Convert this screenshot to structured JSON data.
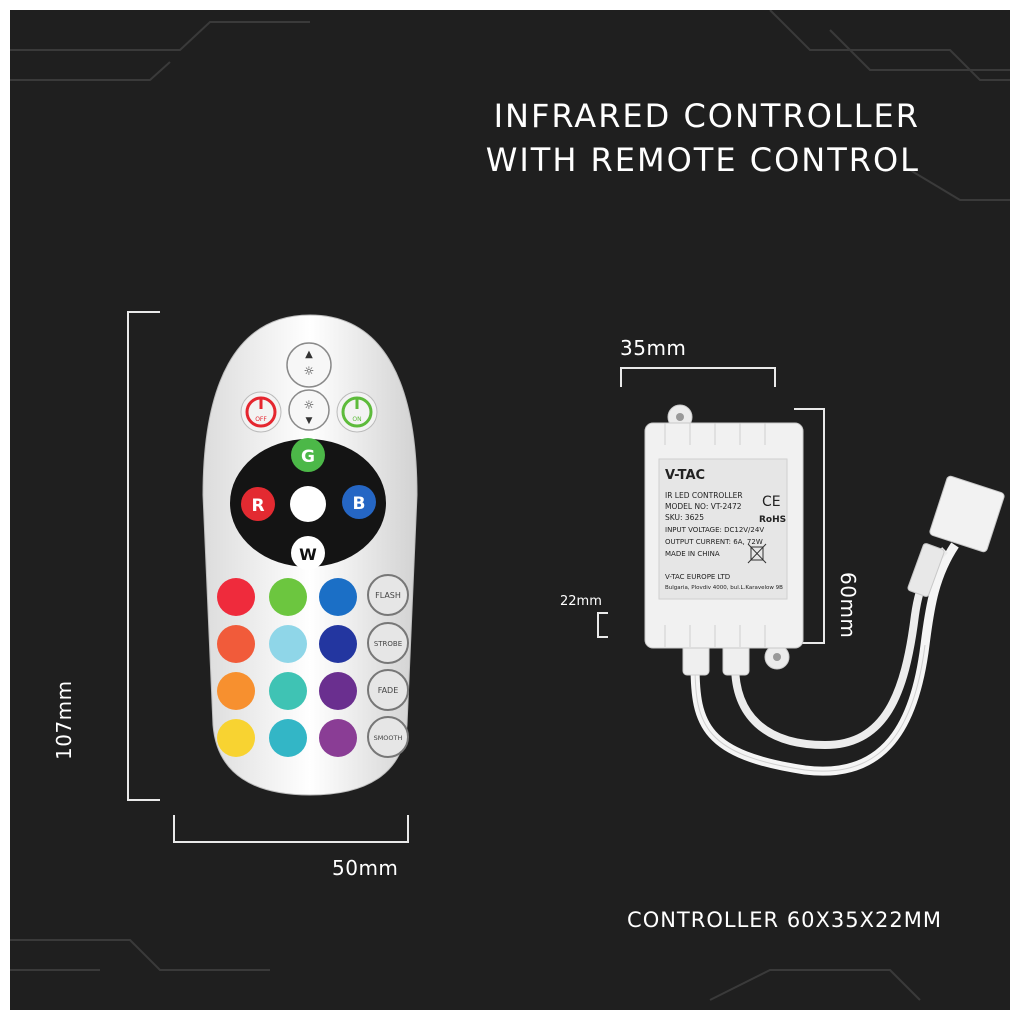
{
  "title": {
    "line1": "INFRARED CONTROLLER",
    "line2": "WITH REMOTE CONTROL"
  },
  "dimensions": {
    "remote_height": "107mm",
    "remote_width": "50mm",
    "controller_width": "35mm",
    "controller_height": "60mm",
    "controller_depth": "22mm"
  },
  "caption": "CONTROLLER 60X35X22MM",
  "remote": {
    "buttons": {
      "off": "OFF",
      "on": "ON",
      "green": "G",
      "red": "R",
      "blue": "B",
      "white": "W",
      "flash": "FLASH",
      "strobe": "STROBE",
      "fade": "FADE",
      "smooth": "SMOOTH"
    },
    "color_grid": [
      [
        "#ef2b3c",
        "#6cc63f",
        "#1b6fc6"
      ],
      [
        "#f15b3a",
        "#8fd6e8",
        "#2336a0"
      ],
      [
        "#f7902f",
        "#3fc3b4",
        "#6a2f8f"
      ],
      [
        "#f8d331",
        "#33b6c6",
        "#8a3d95"
      ]
    ]
  },
  "controller_label": {
    "brand": "V-TAC",
    "ce": "CE",
    "rohs": "RoHS",
    "lines": [
      "IR LED CONTROLLER",
      "MODEL NO: VT-2472",
      "SKU: 3625",
      "INPUT VOLTAGE: DC12V/24V",
      "OUTPUT CURRENT: 6A, 72W",
      "MADE IN CHINA"
    ],
    "company": "V-TAC EUROPE LTD",
    "address": "Bulgaria, Plovdiv 4000, bul.L.Karavelow 9B"
  }
}
